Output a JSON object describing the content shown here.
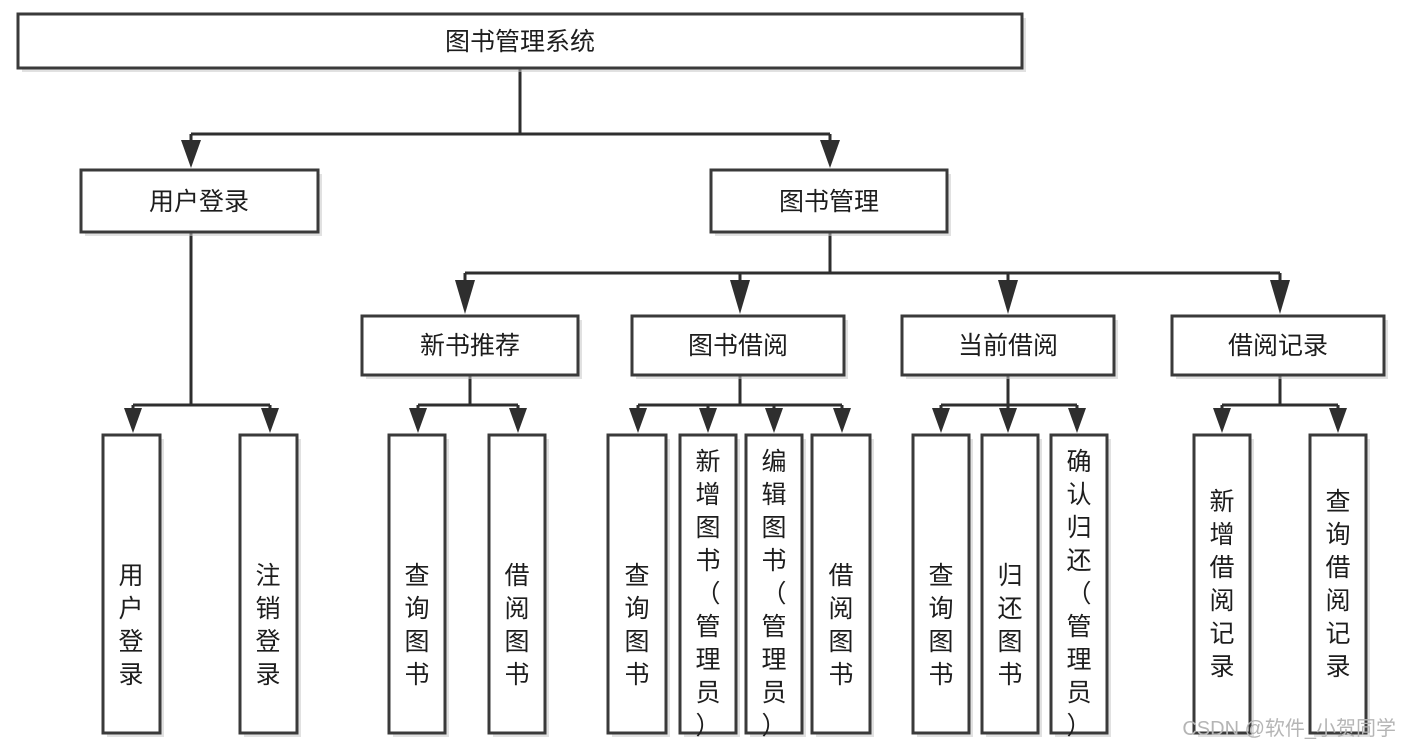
{
  "diagram": {
    "type": "tree",
    "title": "图书管理系统",
    "root": {
      "label": "图书管理系统",
      "orientation": "horizontal"
    },
    "level2": [
      {
        "label": "用户登录",
        "orientation": "horizontal"
      },
      {
        "label": "图书管理",
        "orientation": "horizontal"
      }
    ],
    "level3": [
      {
        "label": "新书推荐",
        "orientation": "horizontal"
      },
      {
        "label": "图书借阅",
        "orientation": "horizontal"
      },
      {
        "label": "当前借阅",
        "orientation": "horizontal"
      },
      {
        "label": "借阅记录",
        "orientation": "horizontal"
      }
    ],
    "leaves_user_login": [
      {
        "label": "用户登录",
        "orientation": "vertical"
      },
      {
        "label": "注销登录",
        "orientation": "vertical"
      }
    ],
    "leaves_new_book": [
      {
        "label": "查询图书",
        "orientation": "vertical"
      },
      {
        "label": "借阅图书",
        "orientation": "vertical"
      }
    ],
    "leaves_borrow": [
      {
        "label": "查询图书",
        "orientation": "vertical"
      },
      {
        "label": "新增图书（管理员）",
        "orientation": "vertical"
      },
      {
        "label": "编辑图书（管理员）",
        "orientation": "vertical"
      },
      {
        "label": "借阅图书",
        "orientation": "vertical"
      }
    ],
    "leaves_current": [
      {
        "label": "查询图书",
        "orientation": "vertical"
      },
      {
        "label": "归还图书",
        "orientation": "vertical"
      },
      {
        "label": "确认归还（管理员）",
        "orientation": "vertical"
      }
    ],
    "leaves_records": [
      {
        "label": "新增借阅记录",
        "orientation": "vertical"
      },
      {
        "label": "查询借阅记录",
        "orientation": "vertical"
      }
    ],
    "colors": {
      "box_fill": "#ffffff",
      "box_stroke": "#3a3a3a",
      "connector": "#2e2e2e",
      "text": "#1d1d1d",
      "background": "#ffffff",
      "watermark": "#b5b5b5"
    }
  },
  "watermark": {
    "text": "CSDN @软件_小贺同学"
  }
}
